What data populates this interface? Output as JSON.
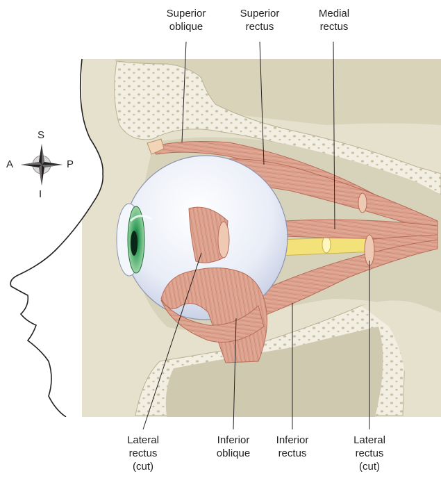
{
  "compass": {
    "top": "S",
    "left": "A",
    "right": "P",
    "bottom": "I"
  },
  "labels": {
    "superior_oblique": [
      "Superior",
      "oblique"
    ],
    "superior_rectus": [
      "Superior",
      "rectus"
    ],
    "medial_rectus": [
      "Medial",
      "rectus"
    ],
    "lateral_rectus_cut_front": [
      "Lateral",
      "rectus",
      "(cut)"
    ],
    "inferior_oblique": [
      "Inferior",
      "oblique"
    ],
    "inferior_rectus": [
      "Inferior",
      "rectus"
    ],
    "lateral_rectus_cut_back": [
      "Lateral",
      "rectus",
      "(cut)"
    ]
  },
  "colors": {
    "bone": "#e9e4d2",
    "orbit_bg": "#dcd8c2",
    "muscle": "#d99a86",
    "muscle_line": "#b86c58",
    "muscle_dark": "#c57e68",
    "sclera": "#eef1f8",
    "iris": "#2f9c5a",
    "nerve": "#f3e27a",
    "outline": "#231f20",
    "leader": "#231f20"
  }
}
